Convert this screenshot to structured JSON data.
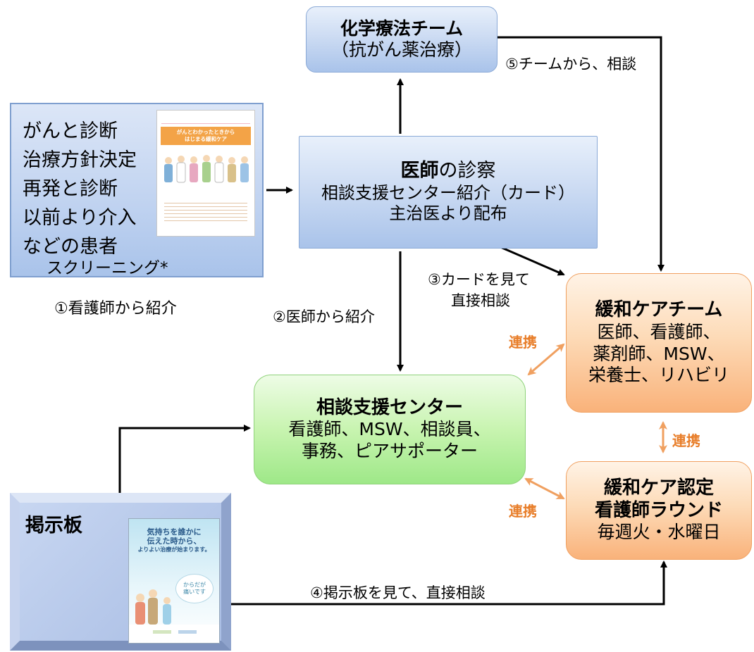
{
  "chemo": {
    "title": "化学療法チーム",
    "sub": "（抗がん薬治療）"
  },
  "patients": {
    "lines": [
      "がんと診断",
      "治療方針決定",
      "再発と診断",
      "以前より介入",
      "などの患者"
    ],
    "screening": "スクリーニング*"
  },
  "doctor": {
    "title_bold": "医師",
    "title_rest": "の診察",
    "line2": "相談支援センター紹介（カード）",
    "line3": "主治医より配布"
  },
  "palliative": {
    "title": "緩和ケアチーム",
    "lines": [
      "医師、看護師、",
      "薬剤師、MSW、",
      "栄養士、リハビリ"
    ]
  },
  "support": {
    "title": "相談支援センター",
    "lines": [
      "看護師、MSW、相談員、",
      "事務、ピアサポーター"
    ]
  },
  "nurse_round": {
    "title1": "緩和ケア認定",
    "title2": "看護師ラウンド",
    "line": "毎週火・水曜日"
  },
  "board": {
    "title": "掲示板"
  },
  "labels": {
    "l1": "①看護師から紹介",
    "l2": "②医師から紹介",
    "l3a": "③カードを見て",
    "l3b": "直接相談",
    "l4": "④掲示板を見て、直接相談",
    "l5": "⑤チームから、相談",
    "renkei1": "連携",
    "renkei2": "連携",
    "renkei3": "連携"
  },
  "card": {
    "line1": "がんとわかったときから",
    "line2": "はじまる緩和ケア"
  },
  "poster": {
    "line1": "気持ちを誰かに",
    "line2": "伝えた時から、",
    "line3": "よりよい治療が始まります。",
    "bubble1": "からだが",
    "bubble1b": "痛いです"
  },
  "colors": {
    "arrow": "#000000",
    "link": "#f0a060",
    "link_text": "#e87e2a"
  }
}
